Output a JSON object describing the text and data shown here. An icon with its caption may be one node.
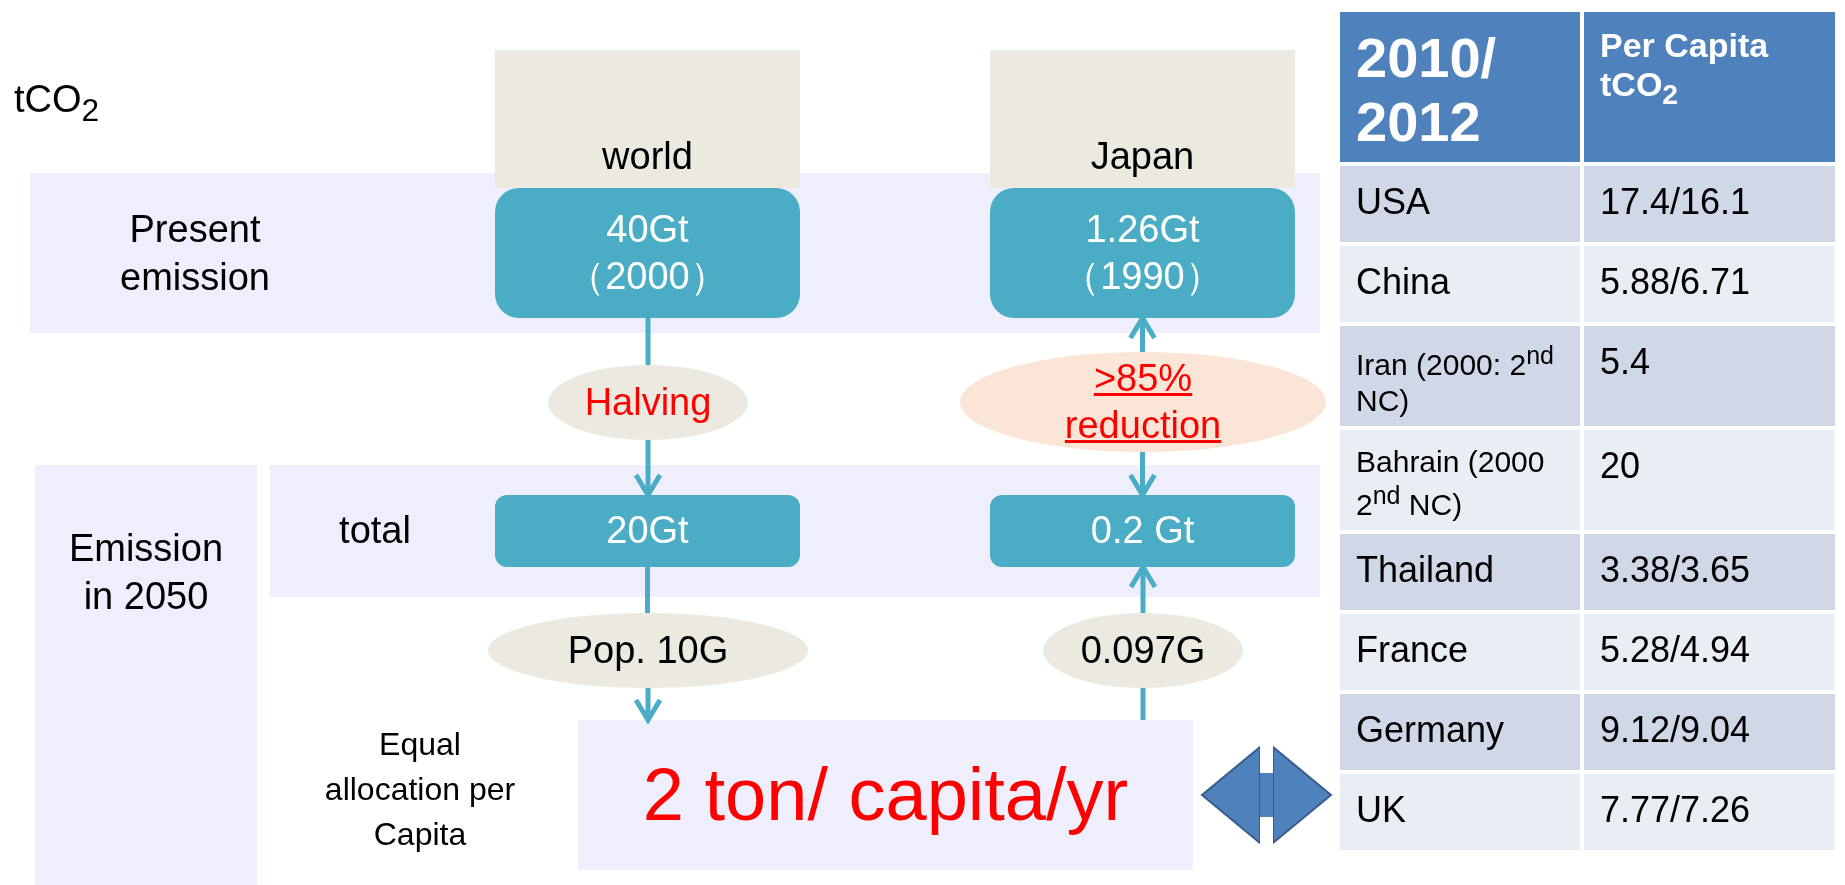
{
  "diagram": {
    "nodes": [
      {
        "text": [
          "Present emission"
        ]
      },
      {
        "text": [
          "world"
        ]
      },
      {
        "text": [
          "40Gt （2000）"
        ],
        "in": 0
      },
      {
        "text": [
          "Japan"
        ]
      },
      {
        "text": [
          "1.26Gt （1990）"
        ],
        "in": 0
      },
      {
        "text": [
          "Halving"
        ]
      },
      {
        "text": [
          ">85% reduction"
        ]
      },
      {
        "text": [
          "Emission in 2050"
        ]
      },
      {
        "text": [
          "total"
        ]
      },
      {
        "text": [
          "20Gt"
        ],
        "in": 8
      },
      {
        "text": [
          "0.2 Gt"
        ],
        "in": 8
      },
      {
        "text": [
          "Pop. 10G"
        ]
      },
      {
        "text": [
          "0.097G"
        ]
      },
      {
        "text": [
          "2 ton/ capita/yr"
        ],
        "beside": [
          "Equal allocation per Capita"
        ]
      },
      {
        "text": [],
        "shape": "table"
      }
    ],
    "edges": [
      {
        "from": 2,
        "to": 5,
        "arrow": "none"
      },
      {
        "from": 5,
        "to": 9,
        "arrow": "to"
      },
      {
        "from": 6,
        "to": 4,
        "arrow": "to"
      },
      {
        "from": 6,
        "to": 10,
        "arrow": "to"
      },
      {
        "from": 9,
        "to": 11,
        "arrow": "none"
      },
      {
        "from": 11,
        "to": 13,
        "arrow": "to"
      },
      {
        "from": 13,
        "to": 12,
        "arrow": "none"
      },
      {
        "from": 12,
        "to": 10,
        "arrow": "to"
      },
      {
        "from": 13,
        "to": 14,
        "arrow": "both",
        "style": "thick",
        "color": "#4f81bd"
      }
    ],
    "labels": [
      "tCO$_{2}$",
      "2010/ 2012",
      "Per Capita tCO$_{2}$",
      "USA",
      "17.4/16.1",
      "China",
      "5.88/6.71",
      "Iran (2000: 2$^{nd}$ NC)",
      "5.4",
      "Bahrain (2000 2$^{nd}$ NC)",
      "20",
      "Thailand",
      "3.38/3.65",
      "France",
      "5.28/4.94",
      "Germany",
      "9.12/9.04",
      "UK",
      "7.77/7.26"
    ]
  }
}
